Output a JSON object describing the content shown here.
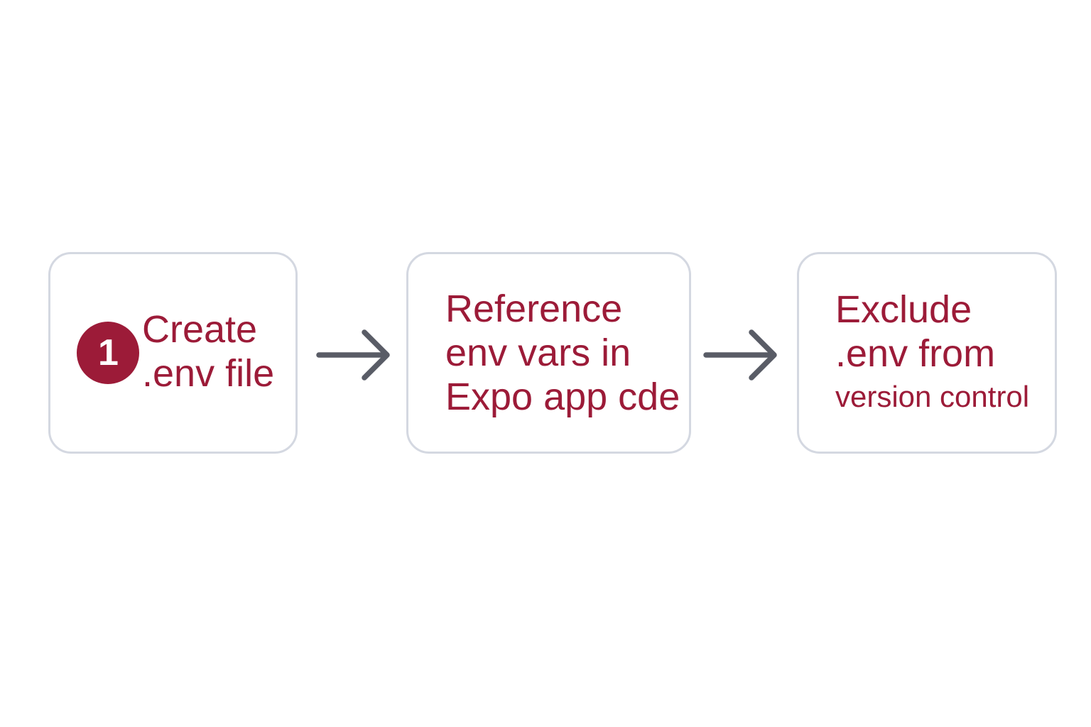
{
  "diagram": {
    "type": "horizontal-flow",
    "background_color": "#ffffff",
    "box_border_color": "#d4d8e1",
    "accent_color": "#9c1b38",
    "arrow_color": "#595c66",
    "steps": [
      {
        "badge": "1",
        "lines": [
          "Create",
          ".env file"
        ],
        "line_sizes": [
          "large",
          "large"
        ]
      },
      {
        "badge": null,
        "lines": [
          "Reference",
          "env vars in",
          "Expo app cde"
        ],
        "line_sizes": [
          "large",
          "large",
          "large"
        ]
      },
      {
        "badge": null,
        "lines": [
          "Exclude",
          ".env from",
          "version control"
        ],
        "line_sizes": [
          "large",
          "large",
          "small"
        ]
      }
    ],
    "connectors": [
      {
        "name": "arrow-step1-to-step2",
        "direction": "right"
      },
      {
        "name": "arrow-step2-to-step3",
        "direction": "right"
      }
    ]
  }
}
